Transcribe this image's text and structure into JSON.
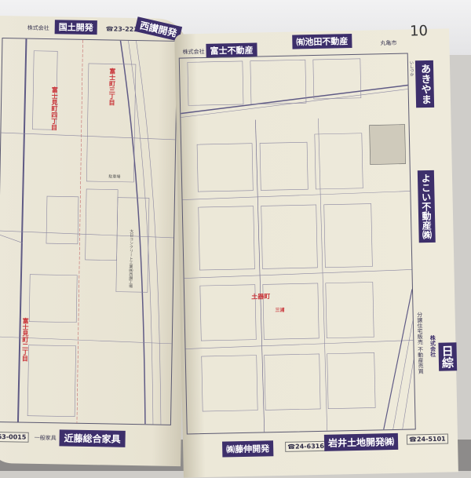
{
  "page_number": "10",
  "left_page": {
    "ads_top": [
      {
        "name": "国土開発",
        "prefix": "株式会社",
        "phone": "☎23-2231"
      },
      {
        "name": "西讃開発"
      }
    ],
    "ads_bottom": [
      {
        "name": "近藤総合家具",
        "prefix": "一般家具"
      },
      {
        "phone": "63-0015"
      }
    ],
    "map_labels": {
      "district_1": "富士見町四丁目",
      "district_2": "富士町三丁目",
      "district_3": "富士見町二丁目",
      "parking": "駐車場",
      "factory": "大日コンクリート工業㈱西讃工場"
    }
  },
  "right_page": {
    "ads_top": [
      {
        "name": "富士不動産",
        "prefix": "株式会社"
      },
      {
        "name": "㈲池田不動産"
      }
    ],
    "city_label": "丸亀市",
    "ads_side": [
      {
        "name": "あきやま",
        "prefix": "いしづか"
      },
      {
        "name": "よこい不動産㈱"
      },
      {
        "name": "日綜",
        "prefix": "株式会社",
        "tagline": "分譲住宅販売 不動産売買"
      }
    ],
    "ads_bottom": [
      {
        "name": "㈱藤伸開発",
        "phone": "☎24-6316"
      },
      {
        "name": "岩井土地開発㈱",
        "phone": "☎24-5101"
      }
    ],
    "map_labels": {
      "district": "土器町",
      "sub": "三浦"
    }
  },
  "colors": {
    "ad_bg": "#3d2f6b",
    "district_label": "#c9353a",
    "paper": "#ece7d6"
  }
}
